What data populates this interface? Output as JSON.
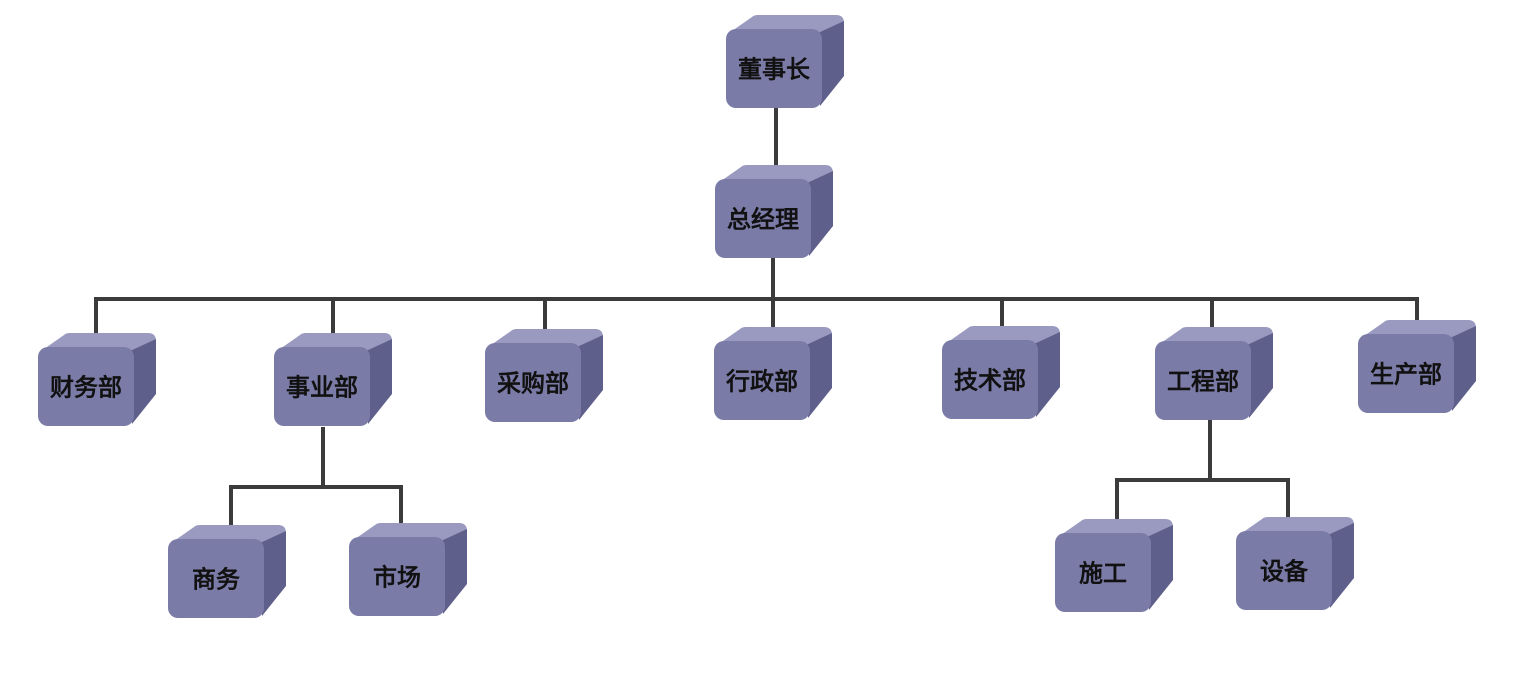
{
  "org_chart": {
    "colors": {
      "front": "#7b7ba8",
      "top": "#9a9ac0",
      "side": "#5f5f8c",
      "line": "#3b3b3b"
    },
    "nodes": {
      "chairman": "董事长",
      "general_manager": "总经理",
      "finance": "财务部",
      "business": "事业部",
      "procurement": "采购部",
      "administration": "行政部",
      "technology": "技术部",
      "engineering": "工程部",
      "production": "生产部",
      "commerce": "商务",
      "market": "市场",
      "construction": "施工",
      "equipment": "设备"
    }
  }
}
